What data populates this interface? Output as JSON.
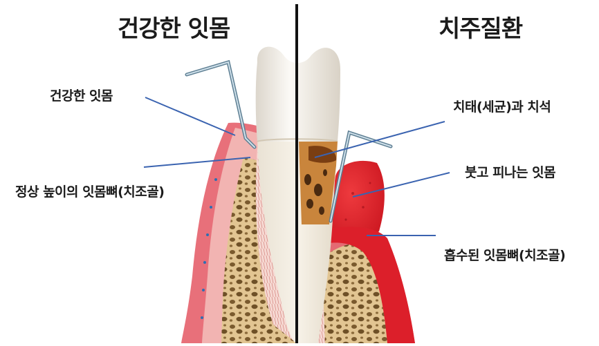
{
  "headings": {
    "left": "건강한 잇몸",
    "right": "치주질환"
  },
  "labels": {
    "healthy_gum": "건강한 잇몸",
    "normal_bone": "정상 높이의 잇몸뼈(치조골)",
    "plaque_tartar": "치태(세균)과 치석",
    "swollen_gum": "붓고 피나는 잇몸",
    "resorbed_bone": "흡수된 잇몸뼈(치조골)"
  },
  "colors": {
    "leader_line": "#3a63b0",
    "gum_healthy": "#e8707a",
    "gum_inflamed": "#dc1f2a",
    "bone": "#d9b680",
    "enamel": "#f5f2ec",
    "divider": "#111111"
  }
}
